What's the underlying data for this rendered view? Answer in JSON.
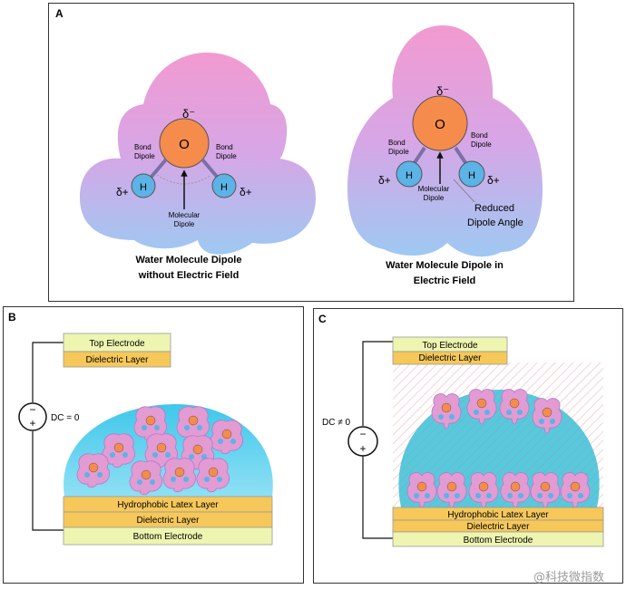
{
  "panel_a": {
    "letter": "A",
    "left": {
      "delta_minus": "δ⁻",
      "o": "O",
      "h": "H",
      "delta_plus": "δ+",
      "bond_dipole_1": "Bond",
      "bond_dipole_2": "Dipole",
      "mol_dipole_1": "Molecular",
      "mol_dipole_2": "Dipole",
      "caption_1": "Water Molecule Dipole",
      "caption_2": "without Electric Field"
    },
    "right": {
      "delta_minus": "δ⁻",
      "o": "O",
      "h": "H",
      "delta_plus": "δ+",
      "bond_dipole_1": "Bond",
      "bond_dipole_2": "Dipole",
      "mol_dipole_1": "Molecular",
      "mol_dipole_2": "Dipole",
      "reduced_1": "Reduced",
      "reduced_2": "Dipole Angle",
      "caption_1": "Water Molecule Dipole in",
      "caption_2": "Electric Field"
    }
  },
  "panel_b": {
    "letter": "B",
    "top_electrode": "Top Electrode",
    "dielectric_top": "Dielectric Layer",
    "dc_label": "DC = 0",
    "hydrophobic": "Hydrophobic Latex Layer",
    "dielectric_bottom": "Dielectric Layer",
    "bottom_electrode": "Bottom Electrode",
    "minus": "−",
    "plus": "+"
  },
  "panel_c": {
    "letter": "C",
    "top_electrode": "Top Electrode",
    "dielectric_top": "Dielectric Layer",
    "dc_label": "DC ≠ 0",
    "hydrophobic": "Hydrophobic Latex Layer",
    "dielectric_bottom": "Dielectric Layer",
    "bottom_electrode": "Bottom Electrode",
    "minus": "−",
    "plus": "+"
  },
  "watermark": "@科技微指数",
  "colors": {
    "cloud_top": "#f29ad0",
    "cloud_bottom": "#9ec9f2",
    "oxygen": "#f58c4c",
    "hydrogen": "#5bb3e6",
    "electrode": "#eef5b0",
    "dielectric": "#f6c85a",
    "droplet": "#5fd3ec"
  }
}
